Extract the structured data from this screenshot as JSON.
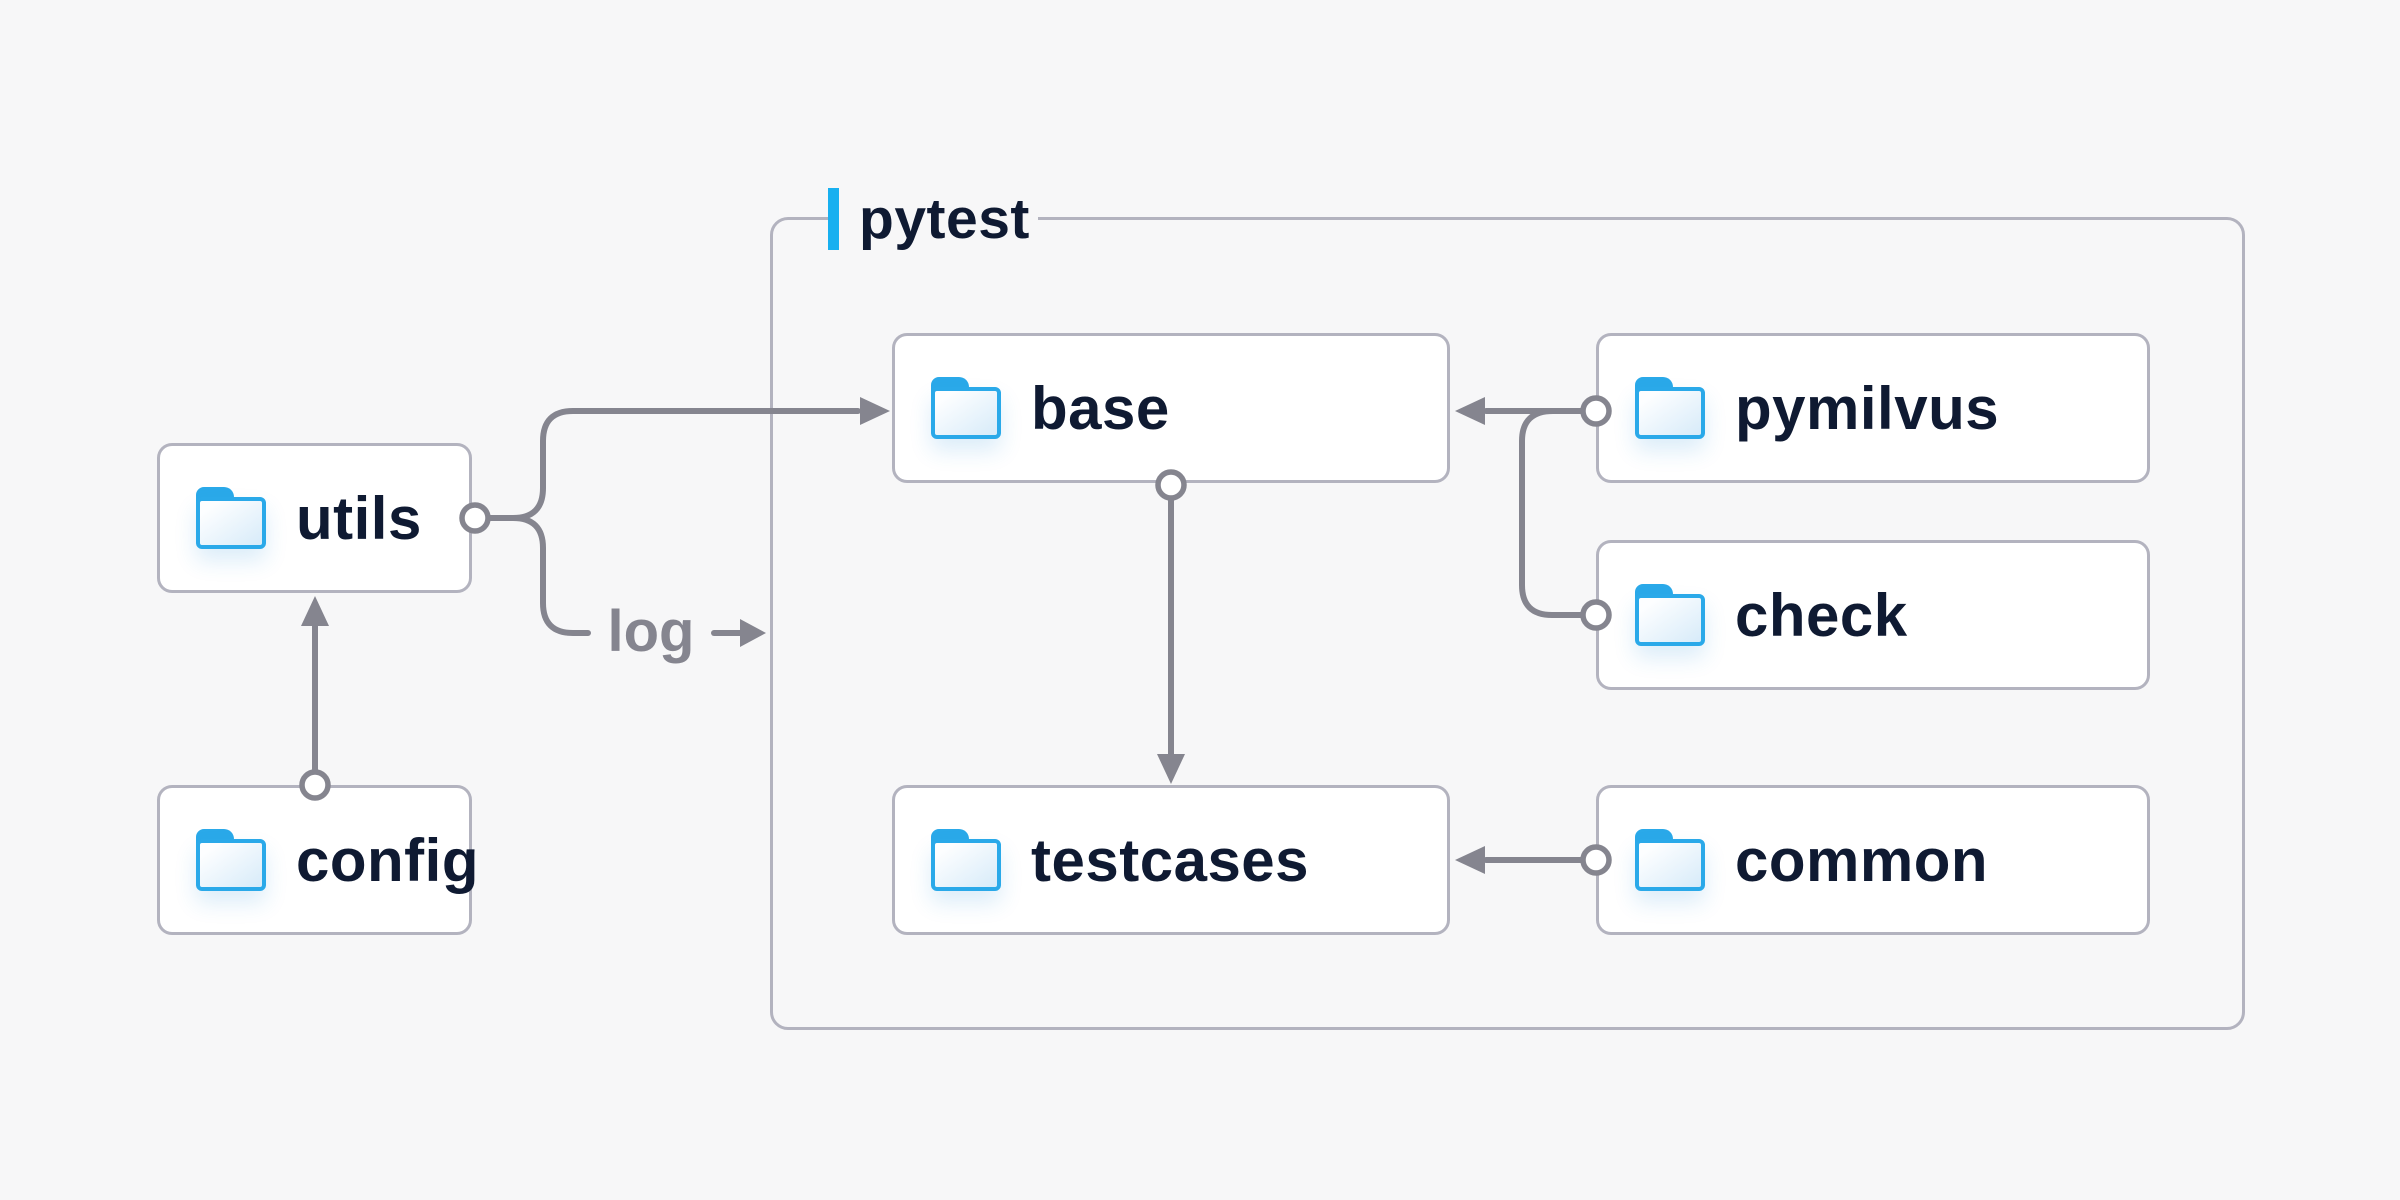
{
  "container": {
    "label": "pytest"
  },
  "nodes": [
    {
      "id": "utils",
      "label": "utils",
      "icon": "folder-icon"
    },
    {
      "id": "config",
      "label": "config",
      "icon": "folder-icon"
    },
    {
      "id": "base",
      "label": "base",
      "icon": "folder-icon"
    },
    {
      "id": "pymilvus",
      "label": "pymilvus",
      "icon": "folder-icon"
    },
    {
      "id": "check",
      "label": "check",
      "icon": "folder-icon"
    },
    {
      "id": "testcases",
      "label": "testcases",
      "icon": "folder-icon"
    },
    {
      "id": "common",
      "label": "common",
      "icon": "folder-icon"
    }
  ],
  "edges": [
    {
      "from": "config",
      "to": "utils",
      "label": ""
    },
    {
      "from": "utils",
      "to": "base",
      "label": ""
    },
    {
      "from": "utils",
      "to": "pytest",
      "label": "log"
    },
    {
      "from": "pymilvus",
      "to": "base",
      "label": ""
    },
    {
      "from": "check",
      "to": "base",
      "label": ""
    },
    {
      "from": "base",
      "to": "testcases",
      "label": ""
    },
    {
      "from": "common",
      "to": "testcases",
      "label": ""
    }
  ],
  "colors": {
    "background": "#f7f7f8",
    "node_background": "#ffffff",
    "node_border": "#b3b3bf",
    "container_border": "#b3b3bf",
    "connector": "#85858f",
    "accent_bar": "#18b0f0",
    "folder_blue": "#2aa9e9",
    "text": "#0f1a32"
  }
}
